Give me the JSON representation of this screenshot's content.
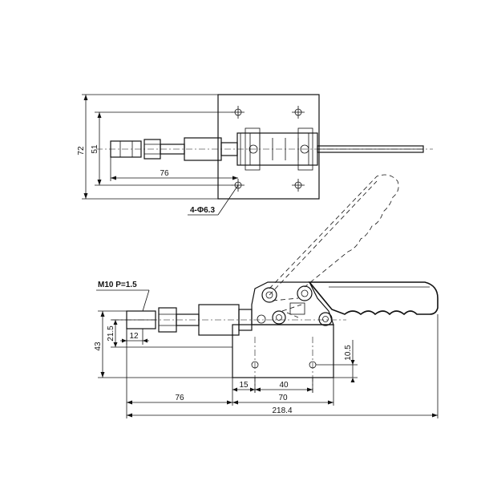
{
  "top_view": {
    "dim_overall_height": "72",
    "dim_inner_height": "51",
    "dim_length": "76",
    "hole_callout": "4-Φ6.3"
  },
  "side_view": {
    "thread_callout": "M10  P=1.5",
    "dim_height_total": "43",
    "dim_height_upper": "21.5",
    "dim_thread_length": "12",
    "dim_hole_height": "10.5",
    "dim_left_length": "76",
    "dim_offset": "15",
    "dim_hole_spacing": "40",
    "dim_base_width": "70",
    "dim_overall_length": "218.4"
  }
}
